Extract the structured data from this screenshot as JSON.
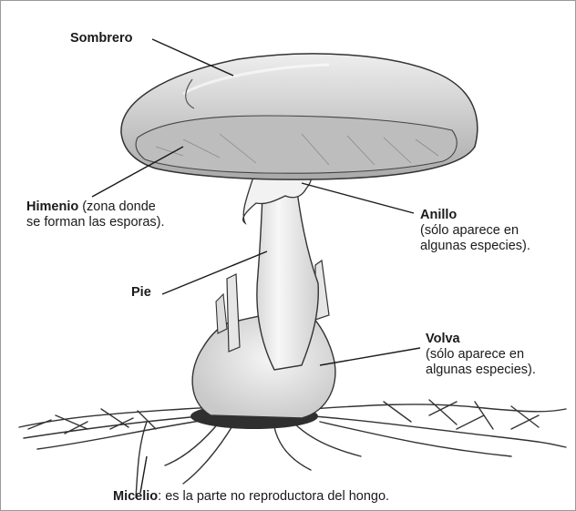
{
  "labels": {
    "sombrero": {
      "term": "Sombrero"
    },
    "himenio": {
      "term": "Himenio",
      "desc_line1": " (zona donde",
      "desc_line2": "se forman las esporas)."
    },
    "anillo": {
      "term": "Anillo",
      "desc_line1": "(sólo aparece en",
      "desc_line2": "algunas especies)."
    },
    "pie": {
      "term": "Pie"
    },
    "volva": {
      "term": "Volva",
      "desc_line1": "(sólo aparece en",
      "desc_line2": "algunas especies)."
    },
    "micelio": {
      "term": "Micelio",
      "desc": ": es la parte no reproductora del hongo."
    }
  },
  "colors": {
    "ink": "#1a1a1a",
    "cap_fill": "#d4d4d4",
    "stem_fill": "#f0f0f0",
    "background": "#ffffff"
  }
}
